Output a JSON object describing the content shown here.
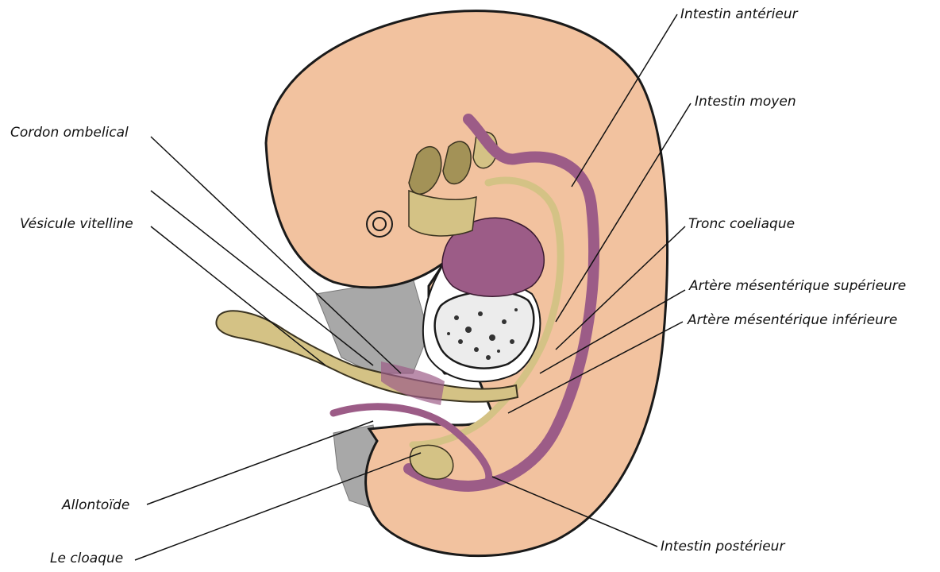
{
  "labels": {
    "intestin_anterieur": "Intestin antérieur",
    "intestin_moyen": "Intestin moyen",
    "cordon_ombelical": "Cordon ombelical",
    "vesicule_vitelline": "Vésicule vitelline",
    "tronc_coeliaque": "Tronc coeliaque",
    "artere_mes_sup": "Artère mésentérique supérieure",
    "artere_mes_inf": "Artère mésentérique inférieure",
    "allontoide": "Allontoïde",
    "le_cloaque": "Le cloaque",
    "intestin_posterieur": "Intestin postérieur"
  },
  "colors": {
    "embryo_skin": "#f2c29f",
    "outline": "#1a1a1a",
    "gut": "#9c5c87",
    "yolk": "#d4c285",
    "olive": "#a39257",
    "grey_tissue": "#a8a8a8",
    "cavity": "#ffffff"
  }
}
